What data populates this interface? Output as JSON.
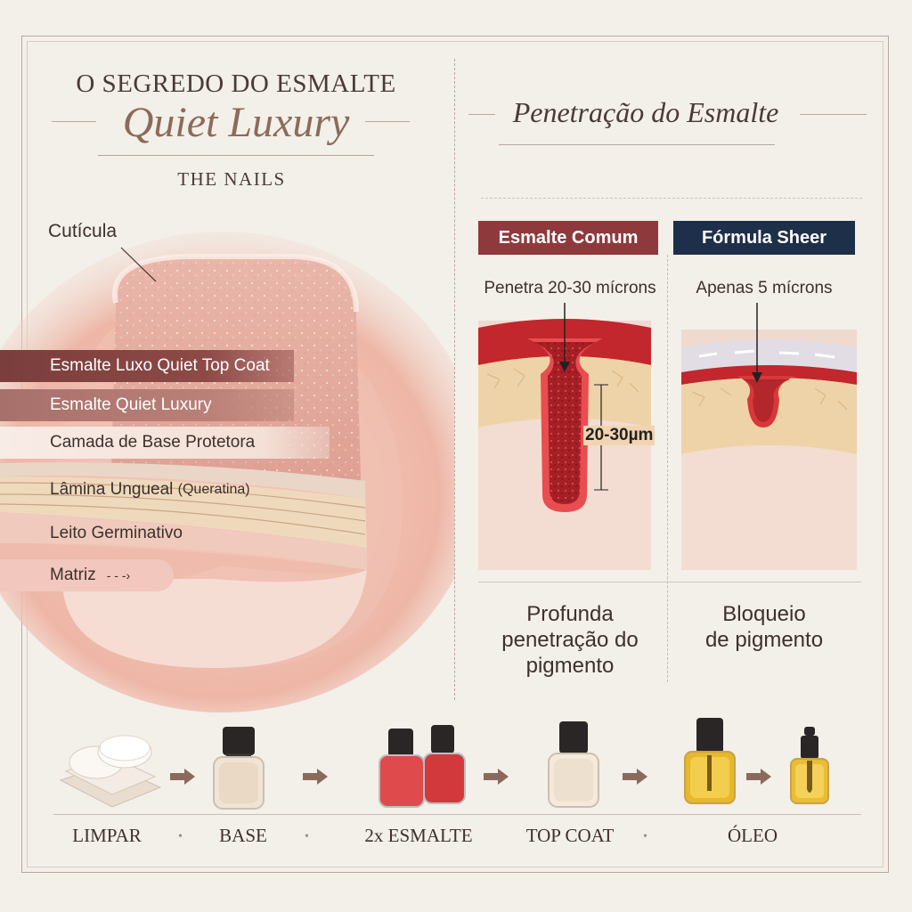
{
  "header": {
    "title_line1": "O SEGREDO DO ESMALTE",
    "title_line2": "Quiet Luxury",
    "brand": "THE NAILS"
  },
  "anatomy": {
    "cuticle_label": "Cutícula",
    "layers": [
      {
        "label": "Esmalte Luxo Quiet Top Coat",
        "bg": "#7a3e3c",
        "fg": "#ffffff"
      },
      {
        "label": "Esmalte Quiet Luxury",
        "bg": "#a8706b",
        "fg": "#ffffff"
      },
      {
        "label": "Camada de Base Protetora",
        "bg": "#f6e6de",
        "fg": "#3e302c"
      },
      {
        "label": "Lâmina Ungueal",
        "label_note": "(Queratina)",
        "bg": "#f1ddc6",
        "fg": "#3e302c"
      },
      {
        "label": "Leito Germinativo",
        "bg": "#f3d3c8",
        "fg": "#3e302c"
      },
      {
        "label": "Matriz",
        "bg": "#f2c7bd",
        "fg": "#3e302c"
      }
    ]
  },
  "penetration": {
    "title": "Penetração do Esmalte",
    "common": {
      "badge": "Esmalte Comum",
      "badge_color": "#8e3a3c",
      "note": "Penetra 20-30 mícrons",
      "measure": "20-30µm",
      "caption": [
        "Profunda",
        "penetração do",
        "pigmento"
      ]
    },
    "sheer": {
      "badge": "Fórmula Sheer",
      "badge_color": "#1e2f4a",
      "note": "Apenas 5 mícrons",
      "caption": [
        "Bloqueio",
        "de pigmento"
      ]
    }
  },
  "steps": {
    "items": [
      {
        "label": "LIMPAR",
        "icon": "cotton-pads-icon"
      },
      {
        "label": "BASE",
        "icon": "base-bottle-icon"
      },
      {
        "label": "2x ESMALTE",
        "icon": "red-polish-bottles-icon"
      },
      {
        "label": "TOP COAT",
        "icon": "top-coat-bottle-icon"
      },
      {
        "label": "ÓLEO",
        "icon": "cuticle-oil-icons"
      }
    ]
  },
  "colors": {
    "accent_red": "#8e3a3c",
    "accent_navy": "#1e2f4a",
    "text": "#4a3b36",
    "background": "#f3efe9"
  }
}
